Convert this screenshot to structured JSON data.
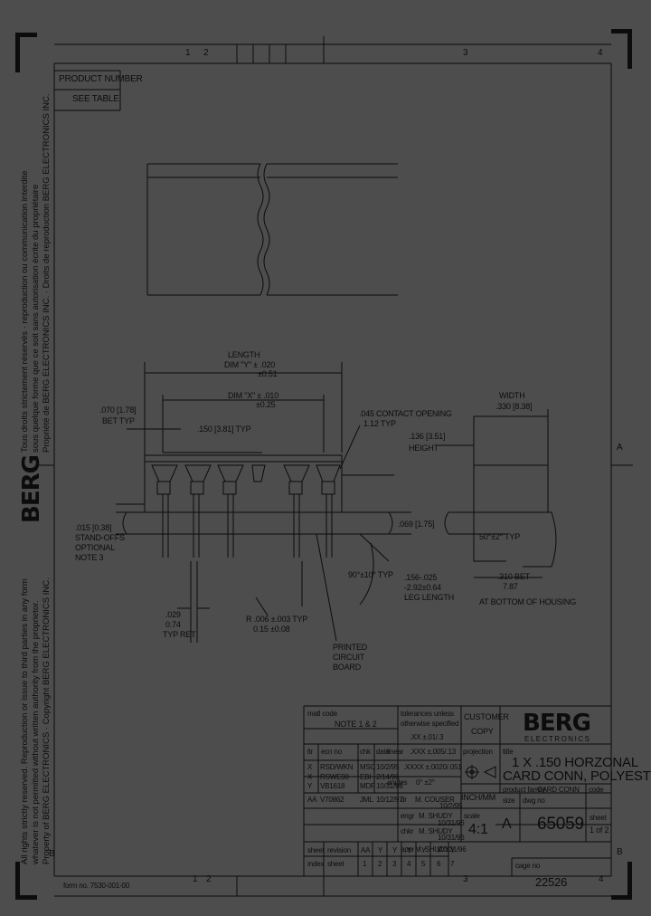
{
  "zones": {
    "top": [
      "1",
      "2",
      "3",
      "4"
    ],
    "bottom": [
      "1",
      "2",
      "3",
      "4"
    ],
    "side": [
      "A",
      "B"
    ]
  },
  "product": {
    "label": "PRODUCT NUMBER",
    "value": "SEE TABLE"
  },
  "side_notice": {
    "french": [
      "Tous droits strictement réservés · reproduction ou communication interdite",
      "sous quelque forme que ce soit sans autorisation écrite du propriétaire",
      "Propriété de BERG ELECTRONICS INC. · Droits de reproduction BERG ELECTRONICS INC."
    ],
    "english": [
      "All rights strictly reserved. Reproduction or issue to third parties in any form",
      "whatever is not permitted without written authority from the proprietor.",
      "Property of BERG ELECTRONICS · Copyright BERG ELECTRONICS INC."
    ]
  },
  "dims": {
    "length": "LENGTH",
    "dim_y": "DIM \"Y\" ± .020",
    "dim_y_mm": "±0.51",
    "dim_x": "DIM \"X\" ± .010",
    "dim_x_mm": "±0.25",
    "bet_070": ".070 [1.78]",
    "bet_070b": "BET TYP",
    "pitch": ".150 [3.81] TYP",
    "contact_open": ".045 CONTACT OPENING",
    "contact_open_mm": "1.12 TYP",
    "width": "WIDTH",
    "width_val": ".330 [8.38]",
    "height": ".136 [3.51]",
    "height_label": "HEIGHT",
    "standoff": ".015 [0.38]",
    "standoff_l1": "STAND-OFFS",
    "standoff_l2": "OPTIONAL",
    "standoff_l3": "NOTE 3",
    "dim_069": ".069 [1.75]",
    "angle_90": "90°±10° TYP",
    "leg_len": ".156-.025",
    "leg_len_mm": "-2.92±0.64",
    "leg_len_lbl": "LEG LENGTH",
    "deg_50": "50°±2° TYP",
    "bet_310": ".310 BET",
    "bet_310_mm": "7.87",
    "at_bottom": "AT BOTTOM OF HOUSING",
    "dim_029": ".029",
    "dim_029_mm": "0.74",
    "typ_ret": "TYP RET",
    "radius": "R .006 ±.003 TYP",
    "radius_mm": "0.15 ±0.08",
    "pcb_1": "PRINTED",
    "pcb_2": "CIRCUIT",
    "pcb_3": "BOARD"
  },
  "title_block": {
    "matl_code": "matl code",
    "note": "NOTE 1 & 2",
    "tol_1": "tolerances unless",
    "tol_2": "otherwise specified",
    "tol_xx": ".XX ±.01/.3",
    "tol_xxx": ".XXX ±.005/.13",
    "tol_xxxx": ".XXXX ±.0020/.051",
    "tol_ang": "0° ±2°",
    "linear": "linear",
    "angles": "angles",
    "customer_1": "CUSTOMER",
    "customer_2": "COPY",
    "logo": "BERG",
    "logo_sub": "ELECTRONICS",
    "projection": "projection",
    "inch_mm": "INCH/MM",
    "title_lbl": "title",
    "title_1": "1 X .150 HORZONAL",
    "title_2": "CARD CONN, POLYESTER",
    "prod_family": "product family",
    "prod_family_val": "CARD CONN",
    "code": "code",
    "size_lbl": "size",
    "dwg_no_lbl": "dwg no",
    "size": "A",
    "dwg_no": "65059",
    "scale_lbl": "scale",
    "scale": "4:1",
    "sheet_lbl": "sheet",
    "sheet": "1 of 2",
    "cage": "cage no",
    "cage_val": "22526",
    "rev_header": [
      "ltr",
      "ecn no",
      "chk",
      "date"
    ],
    "revisions": [
      [
        "X",
        "RSD/WKN",
        "MSC",
        "10/2/95"
      ],
      [
        "X",
        "RSWE00",
        "EBI",
        "2/14/96"
      ],
      [
        "Y",
        "VB1618",
        "MDF",
        "10/31/96"
      ],
      [
        "AA",
        "V70862",
        "JML",
        "10/12/97"
      ]
    ],
    "signoffs": [
      [
        "dr",
        "M. COUSER",
        "10/2/95"
      ],
      [
        "engr",
        "M. SHUDY",
        "10/31/96"
      ],
      [
        "chkr",
        "M. SHUDY",
        "10/31/96"
      ],
      [
        "appr",
        "M. SHUDY",
        "10/31/96"
      ]
    ],
    "sheet_row_lbl": "sheet",
    "revision_lbl": "revision",
    "revision_vals": [
      "AA",
      "Y",
      "Y",
      "Y",
      "Y",
      "Y",
      "Y"
    ],
    "index_row_lbl": "index",
    "sheet_lbl2": "sheet",
    "index_vals": [
      "1",
      "2",
      "3",
      "4",
      "5",
      "6",
      "7"
    ]
  },
  "form_no": "form no. 7530-001-00"
}
